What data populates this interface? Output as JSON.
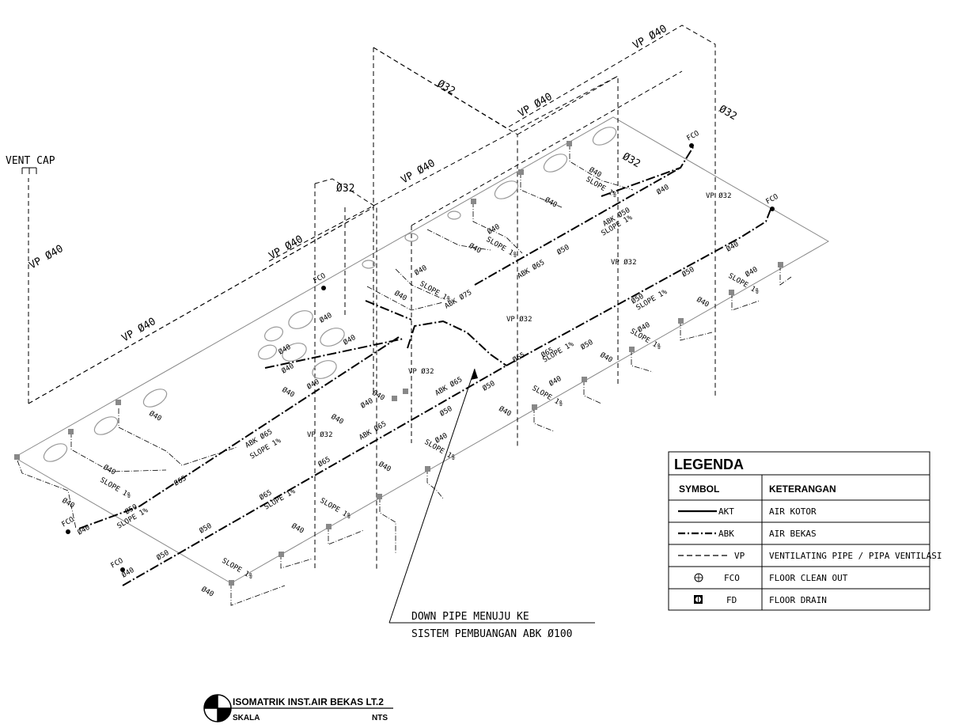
{
  "vent_cap": "VENT CAP",
  "vp_labels": [
    "VP Ø40",
    "VP Ø40",
    "VP Ø40",
    "VP Ø40",
    "VP Ø40",
    "VP Ø40"
  ],
  "dia32_labels": [
    "Ø32",
    "Ø32",
    "Ø32",
    "Ø32"
  ],
  "vp32_labels": [
    "VP Ø32",
    "VP Ø32",
    "VP Ø32",
    "VP Ø32",
    "VP Ø32"
  ],
  "fco_label": "FCO",
  "abk_labels": [
    "ABK Ø65",
    "ABK Ø65",
    "ABK Ø65",
    "ABK Ø75",
    "ABK Ø65",
    "ABK Ø50"
  ],
  "slope_label": "SLOPE 1%",
  "pipe_sizes": [
    "Ø40",
    "Ø50",
    "Ø65"
  ],
  "down_pipe": {
    "line1": "DOWN PIPE MENUJU KE",
    "line2": "SISTEM PEMBUANGAN ABK Ø100"
  },
  "legend": {
    "title": "LEGENDA",
    "col_symbol": "SYMBOL",
    "col_desc": "KETERANGAN",
    "rows": [
      {
        "code": "AKT",
        "desc": "AIR KOTOR",
        "symbol": "solid-line"
      },
      {
        "code": "ABK",
        "desc": "AIR BEKAS",
        "symbol": "dash-dot-line"
      },
      {
        "code": "VP",
        "desc": "VENTILATING PIPE / PIPA VENTILASI",
        "symbol": "dashed-line"
      },
      {
        "code": "FCO",
        "desc": "FLOOR CLEAN OUT",
        "symbol": "clean-out-icon"
      },
      {
        "code": "FD",
        "desc": "FLOOR DRAIN",
        "symbol": "floor-drain-icon"
      }
    ]
  },
  "title_block": {
    "title": "ISOMATRIK INST.AIR BEKAS LT.2",
    "scale_label": "SKALA",
    "scale_value": "NTS"
  }
}
